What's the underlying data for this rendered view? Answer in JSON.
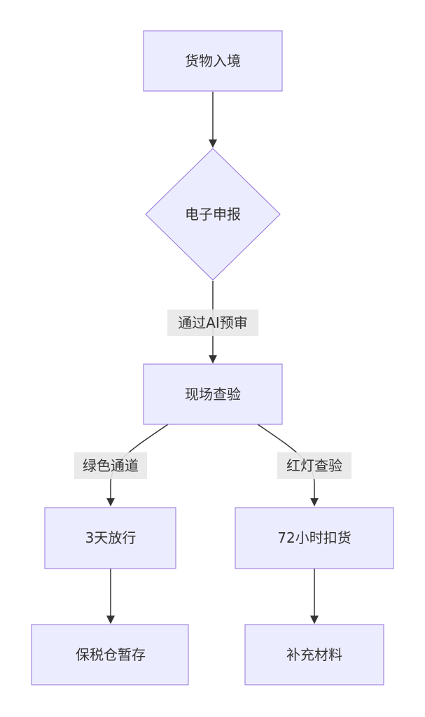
{
  "nodes": {
    "entry": "货物入境",
    "declare": "电子申报",
    "inspect": "现场查验",
    "release": "3天放行",
    "hold": "72小时扣货",
    "bonded": "保税仓暂存",
    "supplement": "补充材料"
  },
  "edges": {
    "ai_review": "通过AI预审",
    "green": "绿色通道",
    "red": "红灯查验"
  },
  "colors": {
    "node_fill": "#ECECFF",
    "node_stroke": "#9370DB",
    "edge": "#333333",
    "label_bg": "#E8E8E8"
  }
}
